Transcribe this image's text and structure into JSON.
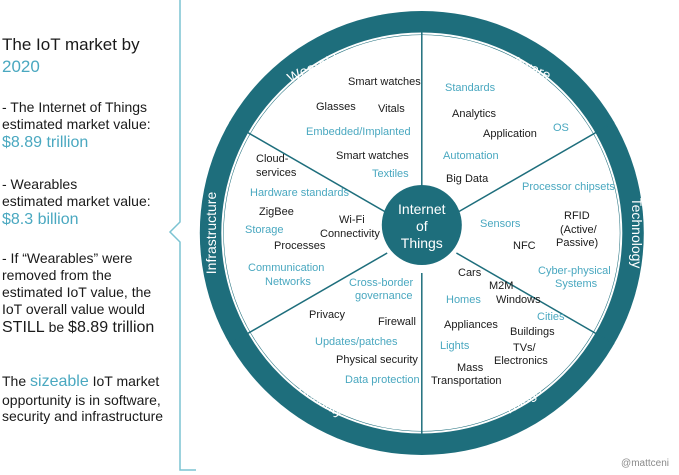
{
  "title": {
    "line1": "The IoT market by",
    "line2": "2020"
  },
  "bullets": [
    {
      "lines": [
        "-   The Internet of Things",
        "estimated market value:"
      ],
      "value": "$8.89 trillion"
    },
    {
      "lines": [
        "-   Wearables",
        "estimated market value:"
      ],
      "value": "$8.3 billion"
    },
    {
      "lines": [
        "- If “Wearables” were",
        "removed from the",
        "estimated IoT value, the",
        "IoT overall value would"
      ],
      "emph_start": "STILL",
      "emph_mid": " be ",
      "emph_value": "$8.89 trillion"
    }
  ],
  "conclusion": {
    "pre": "The ",
    "highlight": "sizeable",
    "line1_rest": " IoT market",
    "line2": "opportunity is in software,",
    "line3": "security and infrastructure"
  },
  "center": {
    "line1": "Internet",
    "line2": "of",
    "line3": "Things"
  },
  "ring_labels": {
    "wearables": "Wearables",
    "software": "Software",
    "technology": "Technology",
    "things": "“Things”",
    "security": "Security",
    "infrastructure": "Infrastructure"
  },
  "sectors": {
    "wearables": [
      "Smart watches",
      "Glasses",
      "Vitals",
      "Embedded/Implanted",
      "Smart watches",
      "Textiles"
    ],
    "software": [
      "Standards",
      "Analytics",
      "Application",
      "OS",
      "Automation",
      "Big Data"
    ],
    "technology": [
      "Processor chipsets",
      "Sensors",
      "RFID",
      "(Active/",
      "Passive)",
      "NFC",
      "Cyber-physical",
      "Systems"
    ],
    "things": [
      "Cars",
      "M2M",
      "Homes",
      "Windows",
      "Cities",
      "Appliances",
      "Buildings",
      "Lights",
      "TVs/",
      "Electronics",
      "Mass",
      "Transportation"
    ],
    "security": [
      "Cross-border",
      "governance",
      "Privacy",
      "Firewall",
      "Updates/patches",
      "Physical security",
      "Data protection"
    ],
    "infrastructure": [
      "Cloud-",
      "services",
      "Hardware standards",
      "ZigBee",
      "Storage",
      "Wi-Fi",
      "Connectivity",
      "Processes",
      "Communication",
      "Networks"
    ]
  },
  "credit": "@mattceni",
  "colors": {
    "ring": "#1e6e7c",
    "dark_text": "#1a1a1a",
    "light_text": "#4aa8c0",
    "background": "#ffffff"
  }
}
